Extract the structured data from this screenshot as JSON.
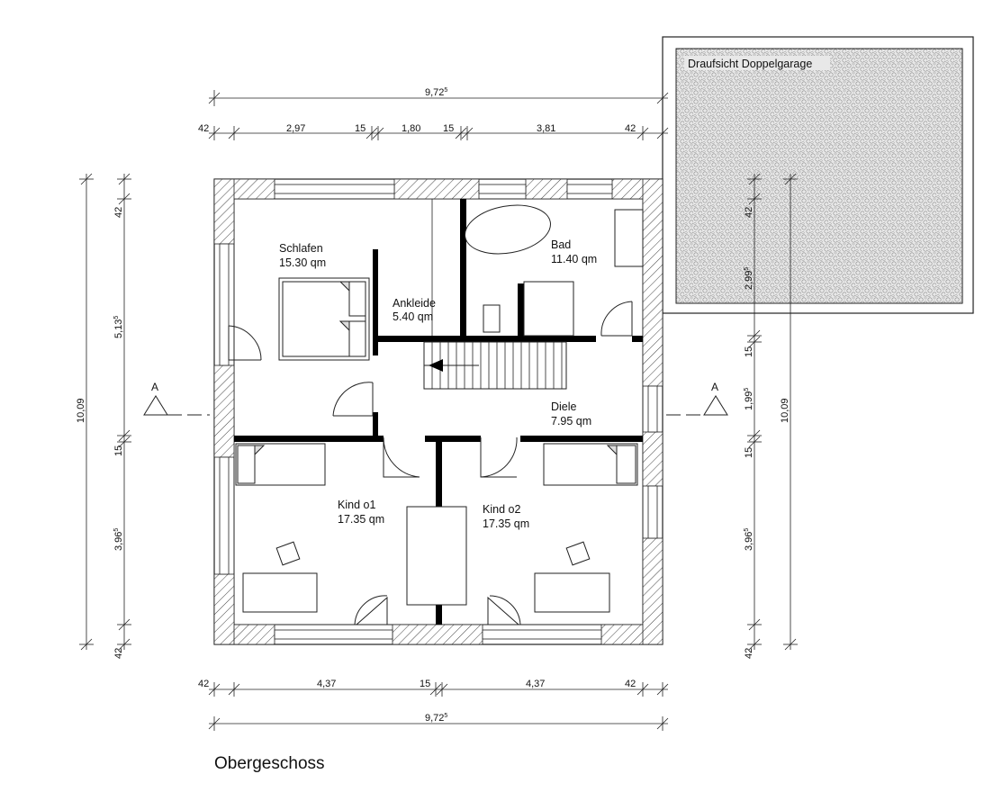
{
  "plan_title": "Obergeschoss",
  "garage_label": "Draufsicht Doppelgarage",
  "section_mark": "A",
  "rooms": {
    "schlafen": {
      "name": "Schlafen",
      "area": "15.30 qm"
    },
    "ankleide": {
      "name": "Ankleide",
      "area": "5.40 qm"
    },
    "bad": {
      "name": "Bad",
      "area": "11.40 qm"
    },
    "diele": {
      "name": "Diele",
      "area": "7.95 qm"
    },
    "kind1": {
      "name": "Kind o1",
      "area": "17.35 qm"
    },
    "kind2": {
      "name": "Kind o2",
      "area": "17.35 qm"
    }
  },
  "dims": {
    "top_total": {
      "main": "9,72",
      "sup": "5"
    },
    "bottom_total": {
      "main": "9,72",
      "sup": "5"
    },
    "top_wall_left": "42",
    "top_seg1": "2,97",
    "top_wall1": "15",
    "top_seg2": "1,80",
    "top_wall2": "15",
    "top_seg3": "3,81",
    "top_wall_right": "42",
    "bot_wall_left": "42",
    "bot_seg1": "4,37",
    "bot_wall1": "15",
    "bot_seg2": "4,37",
    "bot_wall_right": "42",
    "left_total": "10,09",
    "left_wall_top": "42",
    "left_seg1": {
      "main": "5,13",
      "sup": "5"
    },
    "left_wall_mid": "15",
    "left_seg2": {
      "main": "3,96",
      "sup": "5"
    },
    "left_wall_bot": "42",
    "right_total": "10,09",
    "right_wall_top": "42",
    "right_seg1": {
      "main": "2,99",
      "sup": "5"
    },
    "right_wall1": "15",
    "right_seg2": {
      "main": "1,99",
      "sup": "5"
    },
    "right_wall2": "15",
    "right_seg3": {
      "main": "3,96",
      "sup": "5"
    },
    "right_wall_bot": "42"
  }
}
